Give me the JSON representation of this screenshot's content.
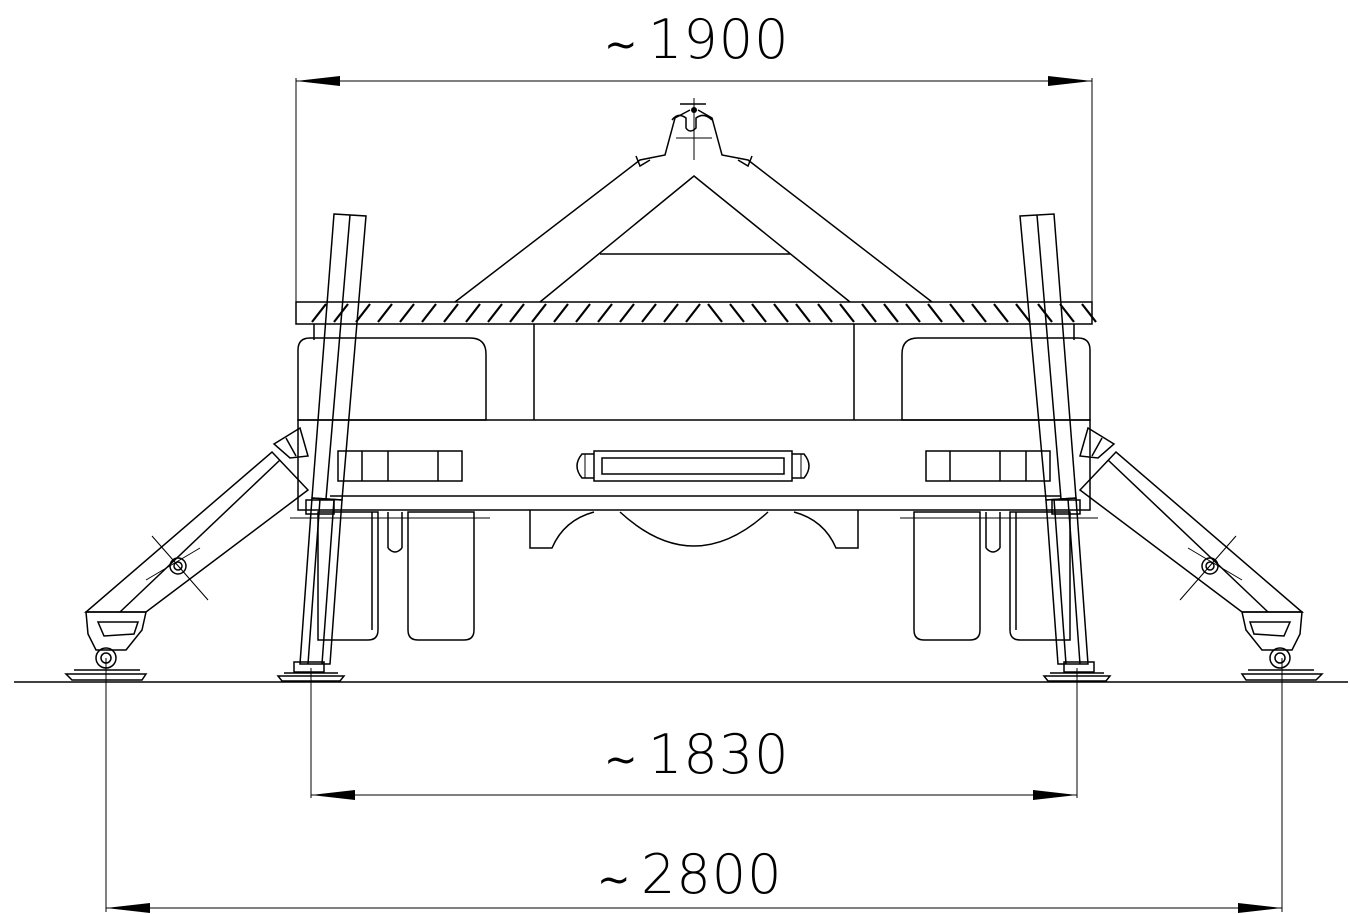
{
  "drawing": {
    "dimensions": [
      {
        "id": "top",
        "prefix": "~",
        "value": "1900"
      },
      {
        "id": "middle",
        "prefix": "~",
        "value": "1830"
      },
      {
        "id": "bottom",
        "prefix": "~",
        "value": "2800"
      }
    ]
  }
}
